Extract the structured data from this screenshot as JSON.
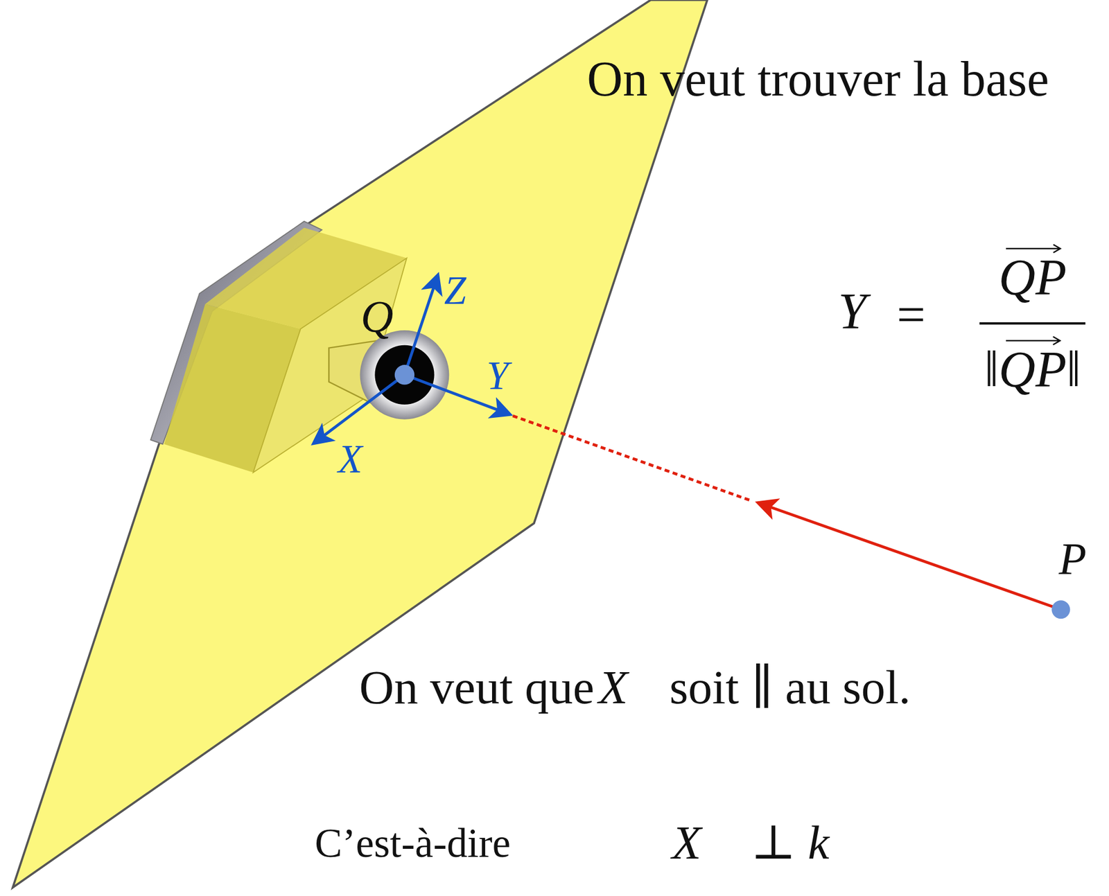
{
  "diagram": {
    "labels": [
      "On veut trouver la base",
      "Q",
      "Z⃗",
      "Y⃗",
      "X⃗",
      "P",
      "Y⃗",
      "=",
      "QP",
      "‖QP‖",
      "On veut que",
      "X⃗",
      "soit ∥ au sol.",
      "C’est-à-dire",
      "X⃗ ⊥ k⃗"
    ]
  }
}
